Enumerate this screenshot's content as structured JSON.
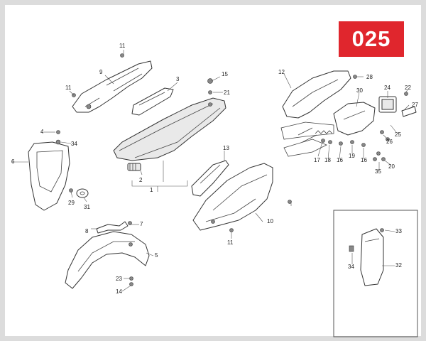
{
  "page_number": "025",
  "callouts": {
    "c1": "1",
    "c2": "2",
    "c3": "3",
    "c4": "4",
    "c5": "5",
    "c6": "6",
    "c7": "7",
    "c8": "8",
    "c9": "9",
    "c10": "10",
    "c11a": "11",
    "c11b": "11",
    "c11c": "11",
    "c12": "12",
    "c13": "13",
    "c14": "14",
    "c15": "15",
    "c16a": "16",
    "c16b": "16",
    "c17": "17",
    "c18": "18",
    "c19": "19",
    "c20": "20",
    "c21": "21",
    "c22": "22",
    "c23": "23",
    "c24": "24",
    "c25": "25",
    "c26": "26",
    "c27": "27",
    "c28": "28",
    "c29": "29",
    "c30": "30",
    "c31": "31",
    "c32": "32",
    "c33": "33",
    "c34a": "34",
    "c34b": "34",
    "c35": "35"
  }
}
